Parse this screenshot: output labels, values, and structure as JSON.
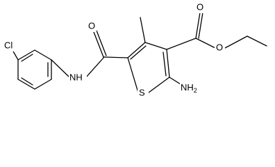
{
  "structure": {
    "atoms": {
      "cl": "Cl",
      "nh": "NH",
      "o_amide": "O",
      "o_ester_dbl": "O",
      "o_ester_single": "O",
      "s": "S",
      "nh2": "NH",
      "nh2_sub": "2"
    }
  }
}
